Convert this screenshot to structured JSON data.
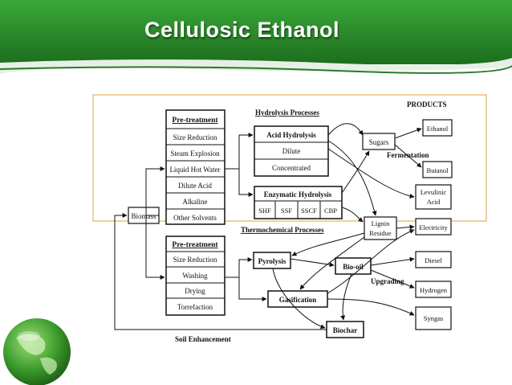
{
  "slide": {
    "title": "Cellulosic Ethanol"
  },
  "diagram": {
    "biomass": "Biomass",
    "pretreatment_top": {
      "header": "Pre-treatment",
      "items": [
        "Size Reduction",
        "Steam Explosion",
        "Liquid Hot Water",
        "Dilute Acid",
        "Alkaline",
        "Other Solvents"
      ]
    },
    "pretreatment_bottom": {
      "header": "Pre-treatment",
      "items": [
        "Size Reduction",
        "Washing",
        "Drying",
        "Torrefaction"
      ]
    },
    "hydrolysis": {
      "title": "Hydrolysis Processes",
      "acid": "Acid Hydrolysis",
      "acid_items": [
        "Dilute",
        "Concentrated"
      ],
      "enzymatic": "Enzymatic Hydrolysis",
      "enzymatic_items": [
        "SHF",
        "SSF",
        "SSCF",
        "CBP"
      ]
    },
    "thermo": {
      "title": "Thermochemical Processes",
      "pyrolysis": "Pyrolysis",
      "gasification": "Gasification",
      "bio_oil": "Bio-oil",
      "biochar": "Biochar"
    },
    "intermediates": {
      "sugars": "Sugars",
      "lignin": [
        "Lignin",
        "Residue"
      ]
    },
    "labels": {
      "fermentation": "Fermentation",
      "upgrading": "Upgrading",
      "soil": "Soil Enhancement"
    },
    "products": {
      "title": "PRODUCTS",
      "ethanol": "Ethanol",
      "butanol": "Butanol",
      "levulinic": [
        "Levulinic",
        "Acid"
      ],
      "electricity": "Electricity",
      "diesel": "Diesel",
      "hydrogen": "Hydrogen",
      "syngas": "Syngas"
    }
  },
  "colors": {
    "header_green": "#2f8f2f",
    "header_dark": "#1b6a1b",
    "highlight_border": "#e0a040"
  }
}
